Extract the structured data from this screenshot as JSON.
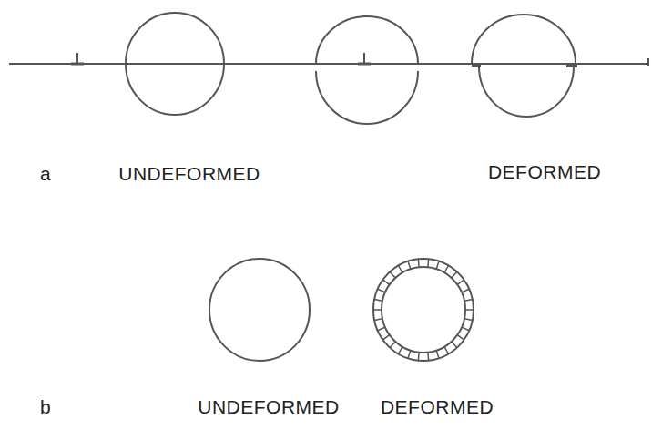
{
  "diagram": {
    "labels": [
      "a",
      "UNDEFORMED",
      "DEFORMED",
      "b",
      "UNDEFORMED",
      "DEFORMED"
    ]
  }
}
